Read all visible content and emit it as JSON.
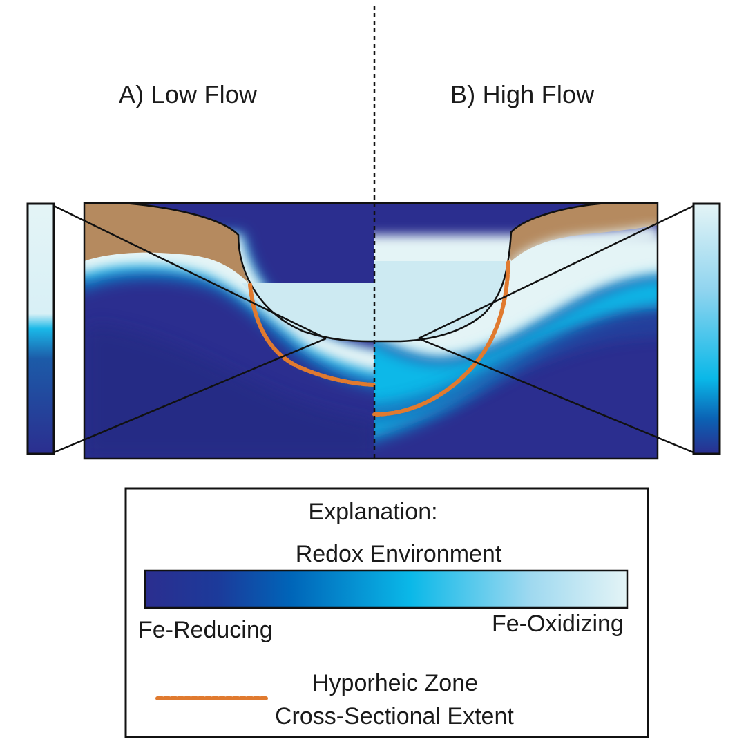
{
  "panels": {
    "left_title": "A) Low Flow",
    "right_title": "B) High Flow"
  },
  "legend": {
    "title": "Explanation:",
    "redox_title": "Redox Environment",
    "reducing_label": "Fe-Reducing",
    "oxidizing_label": "Fe-Oxidizing",
    "hyporheic_line1": "Hyporheic Zone",
    "hyporheic_line2": "Cross-Sectional Extent"
  },
  "colors": {
    "reducing": "#2b2e8f",
    "mid": "#0ab8e8",
    "oxidizing": "#e4f4f6",
    "sediment": "#b58a5f",
    "water": "#cdeaf2",
    "hyporheic_line": "#e07a2f"
  }
}
